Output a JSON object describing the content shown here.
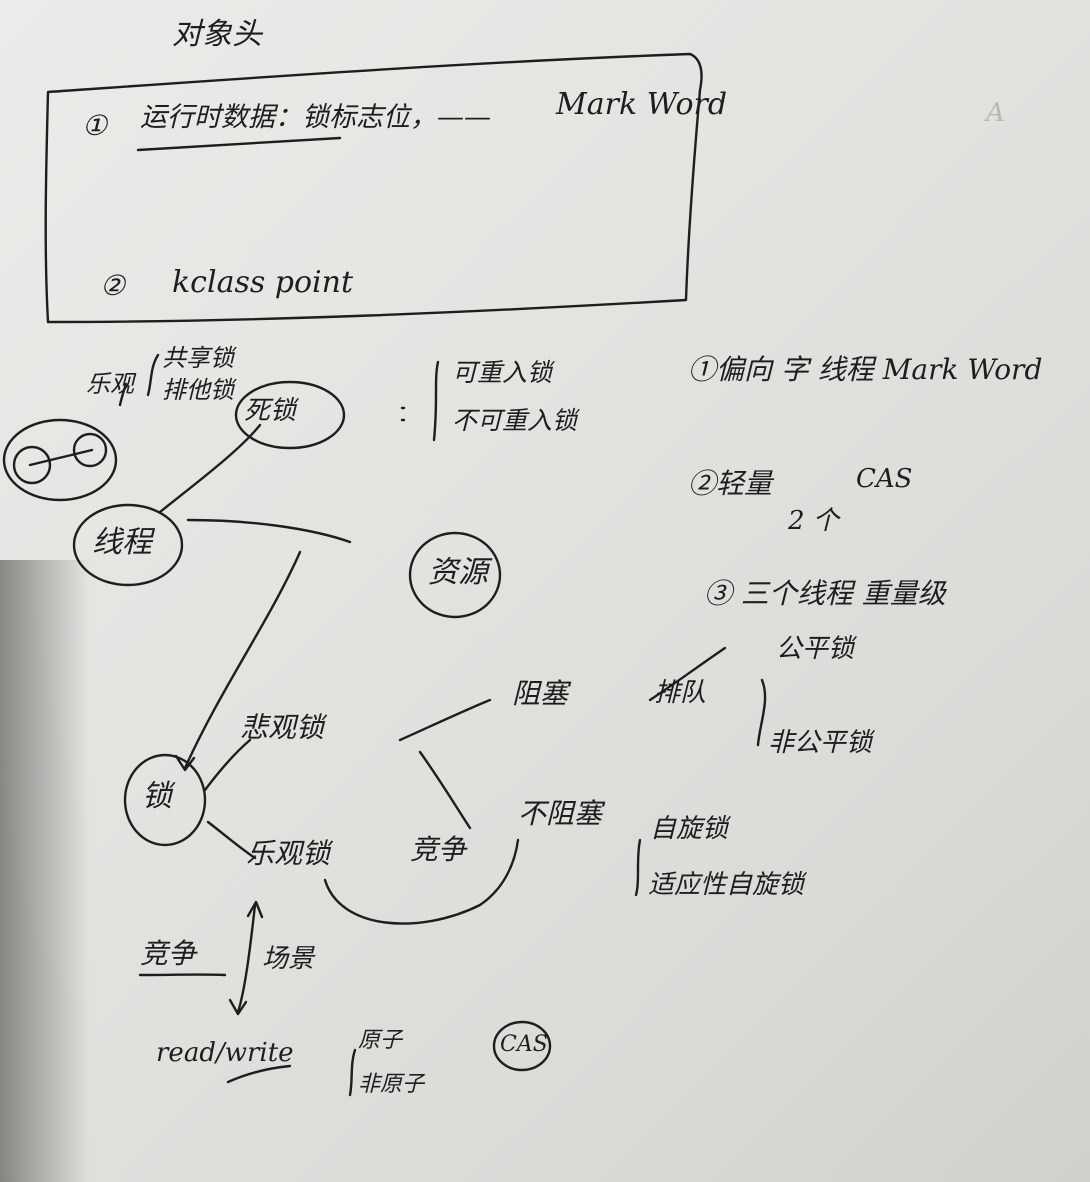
{
  "header": {
    "title": "对象头"
  },
  "box": {
    "item1_num": "①",
    "item1_text": "运行时数据：锁标志位，——",
    "item1_mark": "Mark Word",
    "item2_num": "②",
    "item2_text": "kclass point"
  },
  "left": {
    "bracket_label": "乐观",
    "shared_lock": "共享锁",
    "exclusive_lock": "排他锁",
    "thread": "线程",
    "resource": "资源",
    "lock": "锁",
    "deadlock": "死锁",
    "reentrant_lock": "可重入锁",
    "non_reentrant_lock": "不可重入锁"
  },
  "right": {
    "item1": "①偏向  字 线程 Mark Word",
    "item2": "②轻量",
    "cas": "CAS",
    "count": "2 个",
    "item3": "③  三个线程  重量级"
  },
  "middle": {
    "pessimistic": "悲观锁",
    "optimistic": "乐观锁",
    "blocking": "阻塞",
    "queue": "排队",
    "fair_lock": "公平锁",
    "unfair_lock": "非公平锁",
    "compete": "竞争",
    "nonblocking": "不阻塞",
    "spin_lock": "自旋锁",
    "adaptive_spin_lock": "适应性自旋锁"
  },
  "bottom": {
    "compete": "竞争",
    "scene": "场景",
    "read_write": "read/write",
    "atomic": "原子",
    "non_atomic": "非原子",
    "cas": "CAS"
  },
  "faint": {
    "a": "A"
  }
}
